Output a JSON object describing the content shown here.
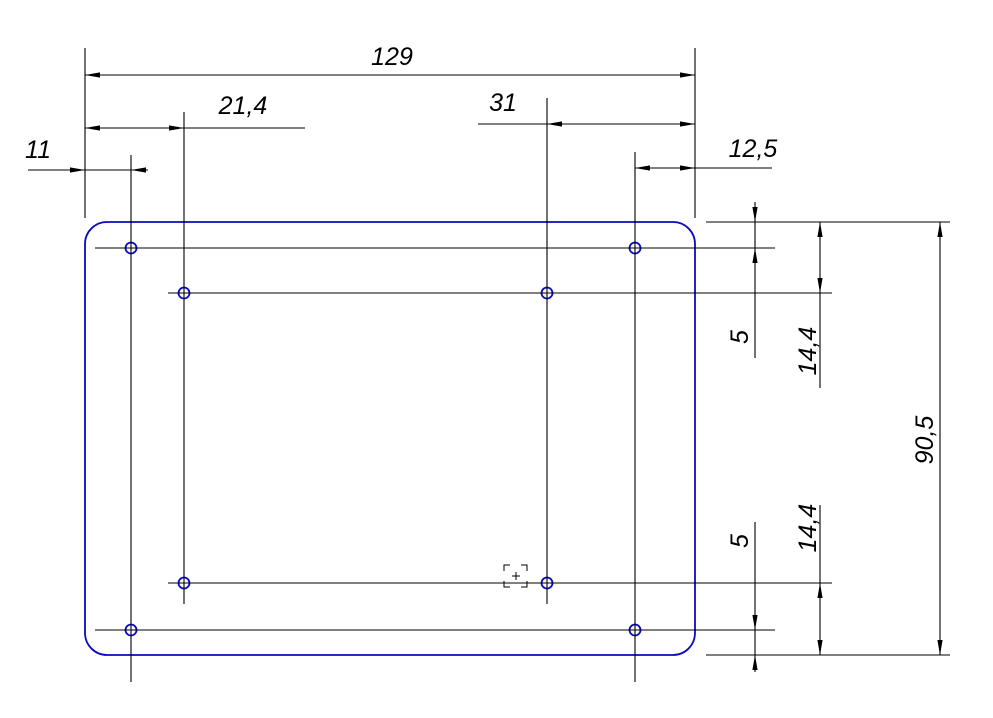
{
  "drawing": {
    "background_color": "#ffffff",
    "part": {
      "label": "rectangular-plate-with-8-holes",
      "outline_color": "#0a0ac0"
    },
    "dimension_color": "#000000",
    "dimensions": {
      "overall_width": "129",
      "overall_height": "90,5",
      "col1_from_left_edge": "11",
      "col2_from_left_edge": "21,4",
      "col3_from_right_edge": "31",
      "col4_from_right_edge": "12,5",
      "row1_from_top_edge": "5",
      "row2_from_top_edge": "14,4",
      "row3_from_bottom_edge": "14,4",
      "row4_from_bottom_edge": "5"
    },
    "cursor": {
      "label": "object-snap-marker"
    }
  }
}
